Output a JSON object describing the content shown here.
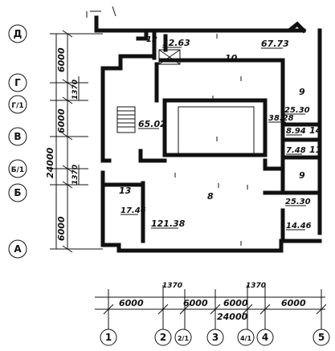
{
  "axes_rows": [
    {
      "id": "row-d",
      "label": "Д"
    },
    {
      "id": "row-g",
      "label": "Г"
    },
    {
      "id": "row-g1",
      "label": "Г/1"
    },
    {
      "id": "row-v",
      "label": "В"
    },
    {
      "id": "row-b1",
      "label": "Б/1"
    },
    {
      "id": "row-b",
      "label": "Б"
    },
    {
      "id": "row-a",
      "label": "А"
    }
  ],
  "axes_cols": [
    {
      "id": "col-1",
      "label": "1"
    },
    {
      "id": "col-2",
      "label": "2"
    },
    {
      "id": "col-2-1",
      "label": "2/1"
    },
    {
      "id": "col-3",
      "label": "3"
    },
    {
      "id": "col-4-1",
      "label": "4/1"
    },
    {
      "id": "col-4",
      "label": "4"
    },
    {
      "id": "col-5",
      "label": "5"
    }
  ],
  "dims_vertical": {
    "d1": "6000",
    "d2": "1370",
    "d3": "6000",
    "d4": "1370",
    "d5": "6000",
    "total": "24000"
  },
  "dims_horizontal": {
    "h1": "6000",
    "h2": "1370",
    "h3": "6000",
    "h4": "6000",
    "h5": "1370",
    "h6": "6000",
    "total": "24000"
  },
  "rooms": {
    "r12": {
      "num": "12",
      "area": "12.63"
    },
    "r10": {
      "num": "10",
      "area": "67.73"
    },
    "r9a": {
      "num": "9",
      "area": "25.30"
    },
    "r3828": {
      "area": "38.28"
    },
    "r14": {
      "num": "14",
      "area": "8.94"
    },
    "r11": {
      "num": "11",
      "area": "7.48"
    },
    "r9b": {
      "num": "9",
      "area": "25.30"
    },
    "r6502": {
      "area": "65.02"
    },
    "r13": {
      "num": "13",
      "area": "17.46"
    },
    "r8": {
      "num": "8",
      "area": "121.38"
    },
    "r1446": {
      "area": "14.46"
    }
  }
}
